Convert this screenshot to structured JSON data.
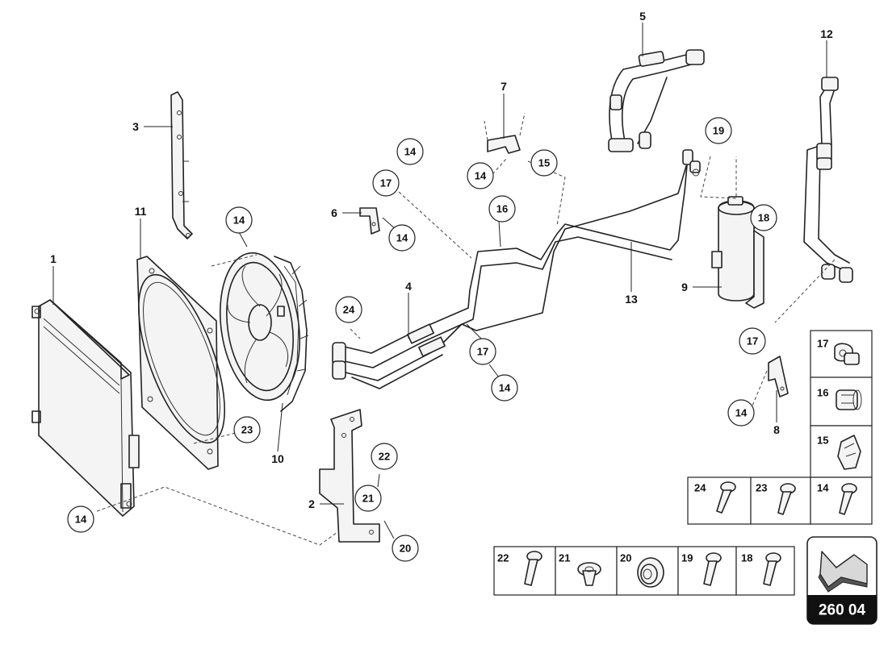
{
  "diagram_code": "260 04",
  "labels": {
    "l1": "1",
    "l2": "2",
    "l3": "3",
    "l4": "4",
    "l5": "5",
    "l6": "6",
    "l7": "7",
    "l8": "8",
    "l9": "9",
    "l10": "10",
    "l11": "11",
    "l12": "12",
    "l13": "13"
  },
  "callouts": {
    "c14_fan": "14",
    "c14_top": "14",
    "c17_mid": "17",
    "c6_14": "14",
    "c7_14": "14",
    "c15": "15",
    "c16": "16",
    "c24": "24",
    "c17_low": "17",
    "c14_low": "14",
    "c19": "19",
    "c18": "18",
    "c17_right": "17",
    "c14_right": "14",
    "c23": "23",
    "c22": "22",
    "c21": "21",
    "c20": "20",
    "c14_left": "14"
  },
  "legend": {
    "right_column": [
      "17",
      "16",
      "15"
    ],
    "row_mid": [
      "24",
      "23",
      "14"
    ],
    "row_bottom": [
      "22",
      "21",
      "20",
      "19",
      "18"
    ]
  },
  "icon_names": {
    "clip_17": "hose-clip-icon",
    "clip_16": "sleeve-clip-icon",
    "clip_15": "spring-clip-icon",
    "screw": "screw-icon",
    "washer": "washer-icon",
    "grommet": "grommet-icon",
    "direction": "direction-arrow-icon"
  }
}
